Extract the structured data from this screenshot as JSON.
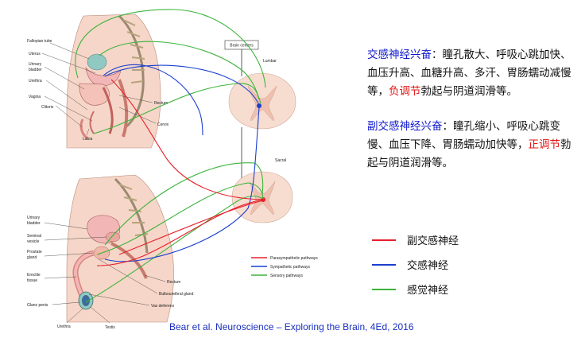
{
  "figure": {
    "brain_centers": "Brain centers",
    "lumbar": "Lumbar",
    "sacral": "Sacral",
    "female_labels": {
      "fallopian_tube": "Fallopian tube",
      "uterus": "Uterus",
      "urinary_bladder_1": "Urinary",
      "urinary_bladder_2": "bladder",
      "urethra": "Urethra",
      "vagina": "Vagina",
      "clitoris": "Clitoris",
      "labia": "Labia",
      "rectum": "Rectum",
      "cervix": "Cervix"
    },
    "male_labels": {
      "urinary_bladder_1": "Urinary",
      "urinary_bladder_2": "bladder",
      "seminal_vesicle_1": "Seminal",
      "seminal_vesicle_2": "vesicle",
      "prostate_gland_1": "Prostate",
      "prostate_gland_2": "gland",
      "erectile_tissue_1": "Erectile",
      "erectile_tissue_2": "tissue",
      "glans_penis": "Glans penis",
      "urethra": "Urethra",
      "testis": "Testis",
      "rectum": "Rectum",
      "bulbourethral_gland": "Bulbourethral gland",
      "vas_deferens": "Vas deferens"
    },
    "legend": {
      "parasympathetic": "Parasympathetic pathways",
      "sympathetic": "Sympathetic pathways",
      "sensory": "Sensory pathways"
    },
    "colors": {
      "parasympathetic": "#e8202a",
      "sympathetic": "#1a3fd0",
      "sensory": "#3cb43c",
      "tissue": "#f6d6c8",
      "organ": "#f2b6b6"
    }
  },
  "panel": {
    "p1_title": "交感神经兴奋",
    "p1_text_a": "：瞳孔散大、呼吸心跳加快、血压升高、血糖升高、多汗、胃肠蠕动减慢等，",
    "p1_red": "负调节",
    "p1_text_b": "勃起与阴道润滑等。",
    "p2_title": "副交感神经兴奋",
    "p2_text_a": "：瞳孔缩小、呼吸心跳变慢、血压下降、胃肠蠕动加快等，",
    "p2_red": "正调节",
    "p2_text_b": "勃起与阴道润滑等。"
  },
  "legend": [
    {
      "label": "副交感神经",
      "color": "#e8202a"
    },
    {
      "label": "交感神经",
      "color": "#1a3fd0"
    },
    {
      "label": "感觉神经",
      "color": "#3cb43c"
    }
  ],
  "citation": "Bear et al. Neuroscience – Exploring the Brain, 4Ed, 2016"
}
